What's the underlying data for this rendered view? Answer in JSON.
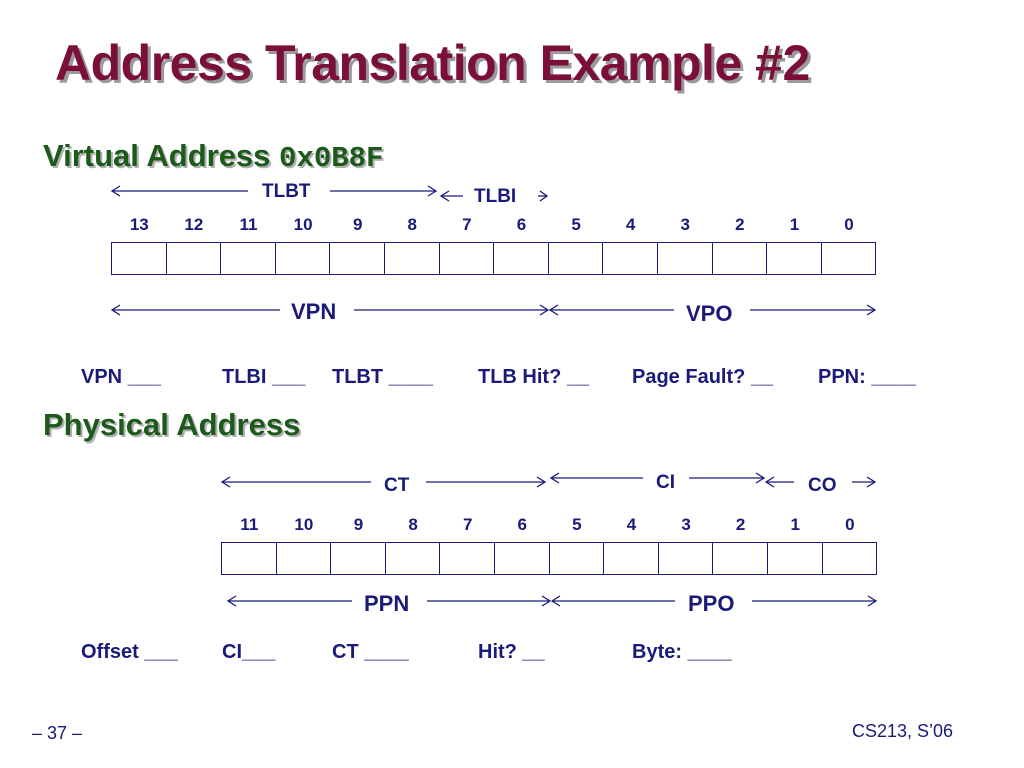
{
  "title": "Address Translation Example #2",
  "virtual": {
    "heading": "Virtual Address",
    "address": "0x0B8F",
    "labels": {
      "tlbt": "TLBT",
      "tlbi": "TLBI",
      "vpn": "VPN",
      "vpo": "VPO"
    },
    "bits": [
      "13",
      "12",
      "11",
      "10",
      "9",
      "8",
      "7",
      "6",
      "5",
      "4",
      "3",
      "2",
      "1",
      "0"
    ],
    "questions": [
      "VPN ___",
      "TLBI ___",
      "TLBT ____",
      "TLB Hit? __",
      "Page Fault? __",
      "PPN: ____"
    ]
  },
  "physical": {
    "heading": "Physical Address",
    "labels": {
      "ct": "CT",
      "ci": "CI",
      "co": "CO",
      "ppn": "PPN",
      "ppo": "PPO"
    },
    "bits": [
      "11",
      "10",
      "9",
      "8",
      "7",
      "6",
      "5",
      "4",
      "3",
      "2",
      "1",
      "0"
    ],
    "questions": [
      "Offset ___",
      "CI___",
      "CT ____",
      "Hit? __",
      "Byte: ____"
    ]
  },
  "footer": {
    "page": "– 37 –",
    "course": "CS213, S’06"
  },
  "colors": {
    "title": "#7a1039",
    "heading": "#1c5a1c",
    "text": "#1a1a7a"
  }
}
